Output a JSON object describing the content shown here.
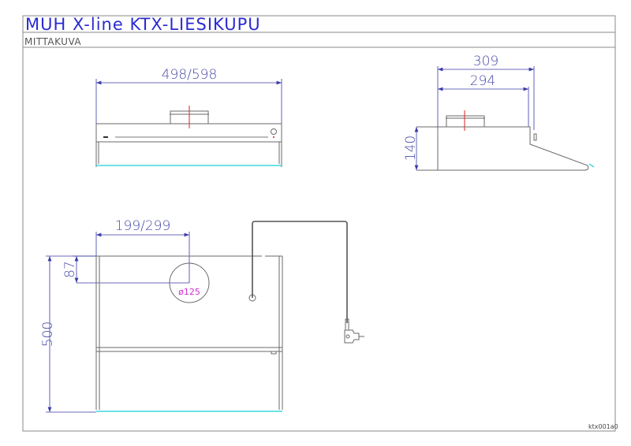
{
  "title": "MUH X-line KTX-LIESIKUPU",
  "subtitle": "MITTAKUVA",
  "drawing_code": "ktx001a0",
  "front_view": {
    "width_dim": "498/598"
  },
  "side_view": {
    "depth_outer_dim": "309",
    "depth_inner_dim": "294",
    "height_dim": "140"
  },
  "top_view": {
    "outlet_offset_x_dim": "199/299",
    "outlet_offset_y_dim": "87",
    "depth_dim": "500",
    "outlet_diameter": "ø125"
  },
  "colors": {
    "title": "#2b2bd0",
    "dimension": "#3a3aa8",
    "glass_edge": "#3fd8e0",
    "centerline": "#e02020",
    "diameter_label": "#d030d0"
  }
}
